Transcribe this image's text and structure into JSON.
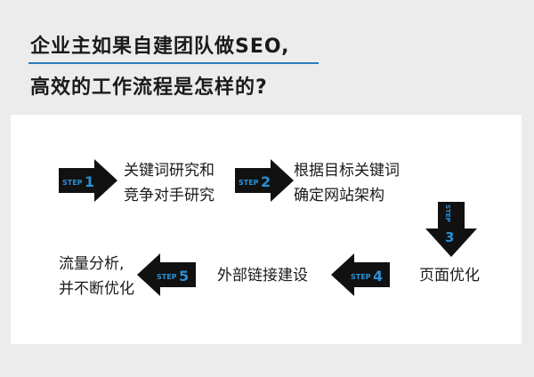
{
  "title": {
    "line1": "企业主如果自建团队做SEO,",
    "line2": "高效的工作流程是怎样的?"
  },
  "colors": {
    "accent": "#2b7bc0",
    "arrow": "#111111",
    "arrow_text": "#2b8fd4"
  },
  "steps": [
    {
      "word": "STEP",
      "num": "1",
      "label_line1": "关键词研究和",
      "label_line2": "竞争对手研究"
    },
    {
      "word": "STEP",
      "num": "2",
      "label_line1": "根据目标关键词",
      "label_line2": "确定网站架构"
    },
    {
      "word": "STEP",
      "num": "3",
      "label_line1": "页面优化",
      "label_line2": ""
    },
    {
      "word": "STEP",
      "num": "4",
      "label_line1": "外部链接建设",
      "label_line2": ""
    },
    {
      "word": "STEP",
      "num": "5",
      "label_line1": "流量分析,",
      "label_line2": "并不断优化"
    }
  ]
}
